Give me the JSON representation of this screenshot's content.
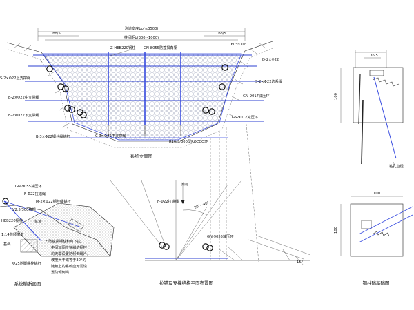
{
  "colors": {
    "cable": "#2b3fd1",
    "line": "#222222",
    "ring": "#000000",
    "net": "#9aa0b8",
    "hatch": "#666666"
  },
  "front_view": {
    "title": "系统立面图",
    "width_label": "沟道宽度bo(≤3500)",
    "spacing_label": "柱间距b(300~1000)",
    "left_dim": "bo/5",
    "right_dim": "bo/5",
    "angle_dim": "60°~30°",
    "post_label": "Z-HEB220钢柱",
    "ring_label": "GN-8055防撞损角钢",
    "left_labels": [
      "S-2×Φ22上支撑绳",
      "B-2×Φ22中支撑绳",
      "B-2×Φ22下支撑绳",
      "B-3×Φ22钢丝绳锚杆"
    ],
    "right_labels": [
      "D-2×Φ22",
      "S-2×Φ22边系绳",
      "GN-9017减压环",
      "GS-9017减压环"
    ],
    "bottom_labels": [
      "C-3×Φ22下支撑绳",
      "R16/3/300型ROCCO环"
    ]
  },
  "cross_section": {
    "title": "系统横断面图",
    "labels": [
      "GN-9055减压环",
      "F-Φ22拉锚绳",
      "M-2×Φ22钢丝绳锚杆",
      "V2.5/300格栅",
      "HEB220钢柱",
      "1:14防倾倒墩",
      "浆液",
      "基础",
      "Φ25地脚螺栓锚杆"
    ],
    "note_lines": [
      "* 防撞柔钢柱和有下拉、",
      "中间加固拉锚绳的钢柱",
      "均无需设置防倾倒绳片。",
      "坡度大于或等于30°的",
      "陡坡上的系统应无需设",
      "置防倾倒绳"
    ]
  },
  "plan_view": {
    "title": "拉锚及支撑结构平面布置图",
    "flow_label": "流向",
    "anchor_label": "F-Φ22拉锚绳",
    "angle_label": "20°~40°",
    "ring_label": "GN-9055减压环",
    "small_angle": "15°"
  },
  "post_top": {
    "dim_top": "36.5",
    "dim_side": "100",
    "label": "钻孔直径"
  },
  "post_base": {
    "title": "钢柱础基础图",
    "dim_top": "100",
    "dim_side": "100"
  }
}
